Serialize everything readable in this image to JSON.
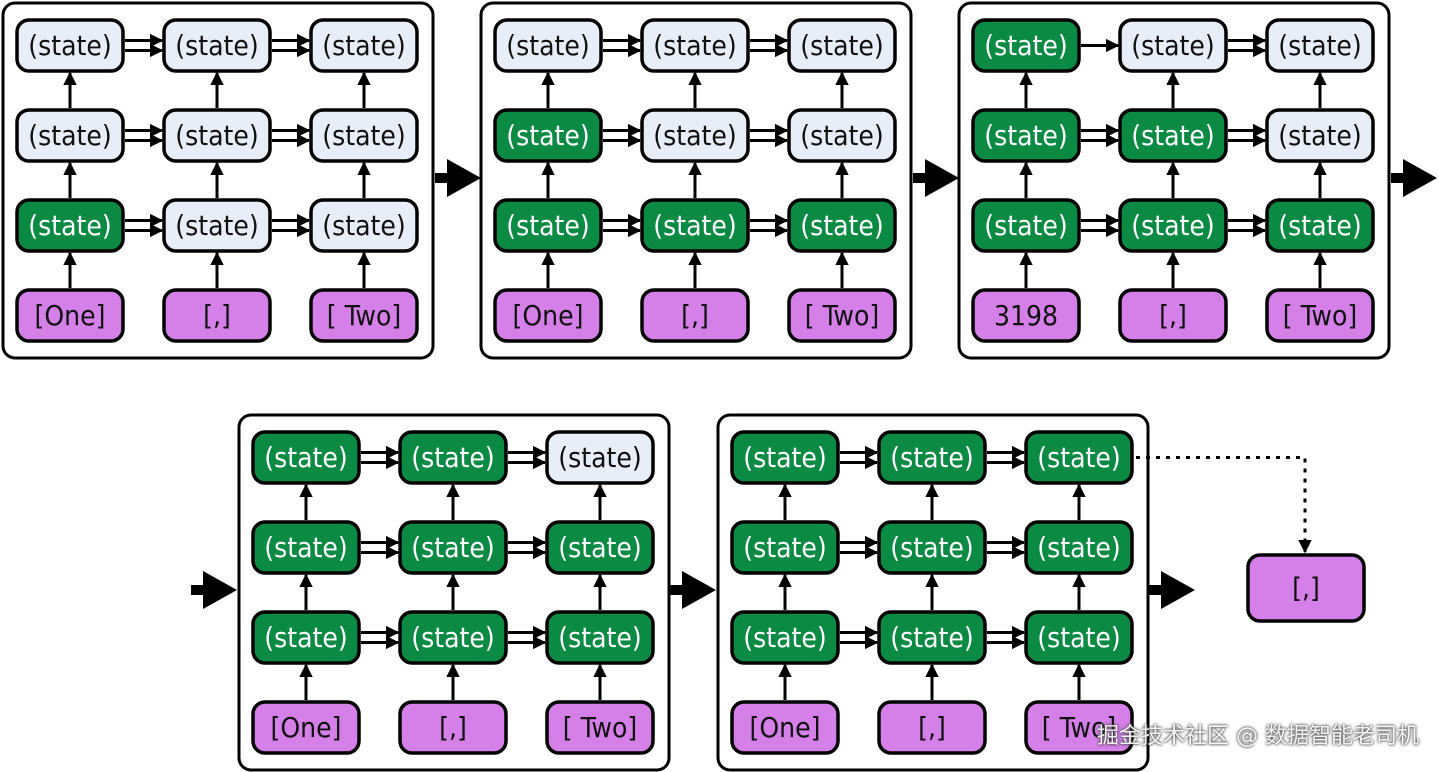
{
  "colors": {
    "inactive_fill": "#e8eef8",
    "active_fill": "#0a8a43",
    "token_fill": "#d580e8",
    "active_text": "#ffffff",
    "dark_text": "#111111"
  },
  "node_label": "(state)",
  "panels": [
    {
      "tokens": [
        "[One]",
        "[,]",
        "[ Two]"
      ],
      "active": [
        [
          false,
          false,
          false
        ],
        [
          false,
          false,
          false
        ],
        [
          true,
          false,
          false
        ]
      ]
    },
    {
      "tokens": [
        "[One]",
        "[,]",
        "[ Two]"
      ],
      "active": [
        [
          false,
          false,
          false
        ],
        [
          true,
          false,
          false
        ],
        [
          true,
          true,
          true
        ]
      ]
    },
    {
      "tokens": [
        "3198",
        "[,]",
        "[ Two]"
      ],
      "active": [
        [
          true,
          false,
          false
        ],
        [
          true,
          true,
          false
        ],
        [
          true,
          true,
          true
        ]
      ]
    },
    {
      "tokens": [
        "[One]",
        "[,]",
        "[ Two]"
      ],
      "active": [
        [
          true,
          true,
          false
        ],
        [
          true,
          true,
          true
        ],
        [
          true,
          true,
          true
        ]
      ]
    },
    {
      "tokens": [
        "[One]",
        "[,]",
        "[ Two]"
      ],
      "active": [
        [
          true,
          true,
          true
        ],
        [
          true,
          true,
          true
        ],
        [
          true,
          true,
          true
        ]
      ]
    }
  ],
  "output_token": "[,]",
  "watermark": "掘金技术社区 @ 数据智能老司机"
}
